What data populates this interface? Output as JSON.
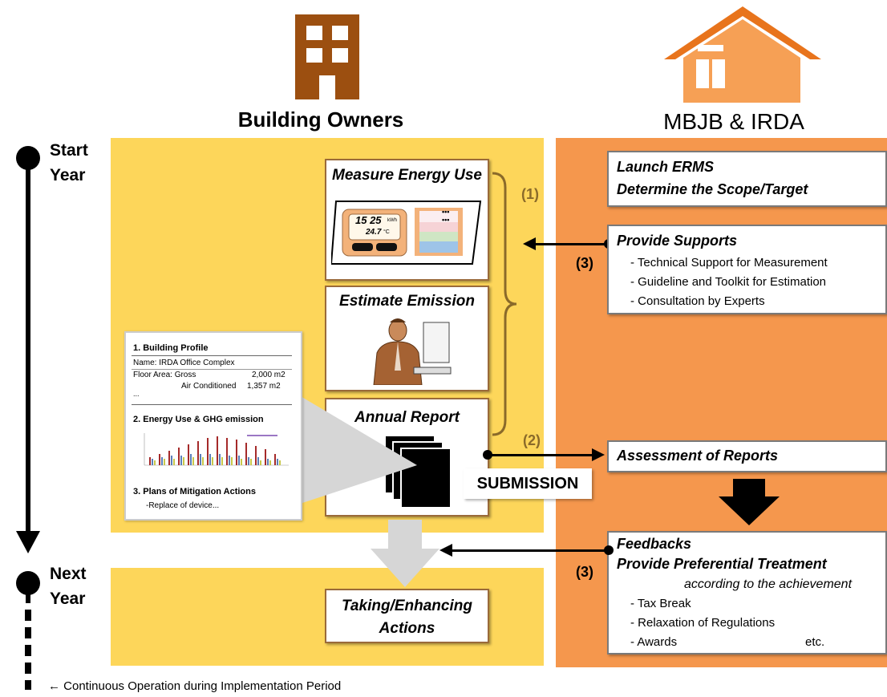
{
  "colors": {
    "owner_bg": "#fdd65a",
    "mbjb_bg": "#f5974d",
    "owner_icon": "#9c4f10",
    "mbjb_icon": "#f08a3c"
  },
  "headers": {
    "left": "Building Owners",
    "right": "MBJB & IRDA"
  },
  "timeline": {
    "start": "Start\nYear",
    "next": "Next\nYear",
    "footnote": "← Continuous Operation during Implementation Period"
  },
  "owner": {
    "measure": "Measure Energy Use",
    "meter_time": "15 25",
    "meter_unit": "kWh",
    "meter_temp": "24.7",
    "meter_temp_unit": "°C",
    "estimate": "Estimate Emission",
    "annual": "Annual Report",
    "submission": "SUBMISSION",
    "actions": "Taking/Enhancing\nActions"
  },
  "labels": {
    "n1": "(1)",
    "n2": "(2)",
    "n3a": "(3)",
    "n3b": "(3)"
  },
  "report_doc": {
    "s1": "1. Building Profile",
    "name": "Name: IRDA Office Complex",
    "floor_label": "Floor Area: Gross",
    "floor_val": "2,000 m2",
    "ac_label": "Air Conditioned",
    "ac_val": "1,357 m2",
    "ellipsis": "...",
    "s2": "2. Energy Use & GHG emission",
    "s3": "3. Plans of Mitigation Actions",
    "s3_item": "-Replace of device..."
  },
  "mbjb": {
    "launch": "Launch ERMS\nDetermine the Scope/Target",
    "support_title": "Provide Supports",
    "support_items": [
      "- Technical Support for Measurement",
      "- Guideline and Toolkit for Estimation",
      "- Consultation by Experts"
    ],
    "assess": "Assessment of Reports",
    "feedback_title1": "Feedbacks",
    "feedback_title2": "Provide Preferential Treatment",
    "feedback_sub": "according to the achievement",
    "feedback_items": [
      "- Tax Break",
      "- Relaxation of Regulations",
      "- Awards"
    ],
    "feedback_etc": "etc."
  }
}
